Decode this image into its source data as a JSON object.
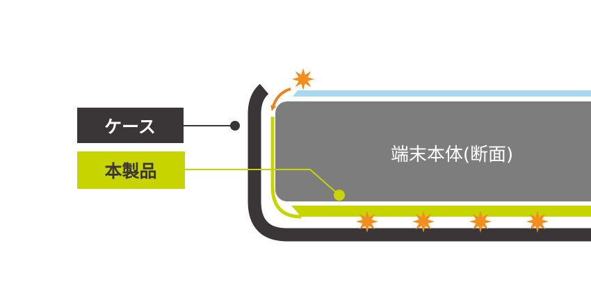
{
  "labels": {
    "case": "ケース",
    "product": "本製品",
    "device": "端末本体(断面)"
  },
  "colors": {
    "case": "#3a3536",
    "product": "#c8d400",
    "device": "#7d7d7d",
    "screen": "#a9d8ee",
    "impact": "#f28e1e",
    "arrow": "#e8821e",
    "label_text": "#ffffff"
  },
  "icons": {
    "impact": "starburst-icon",
    "arrow": "curved-arrow-icon"
  }
}
